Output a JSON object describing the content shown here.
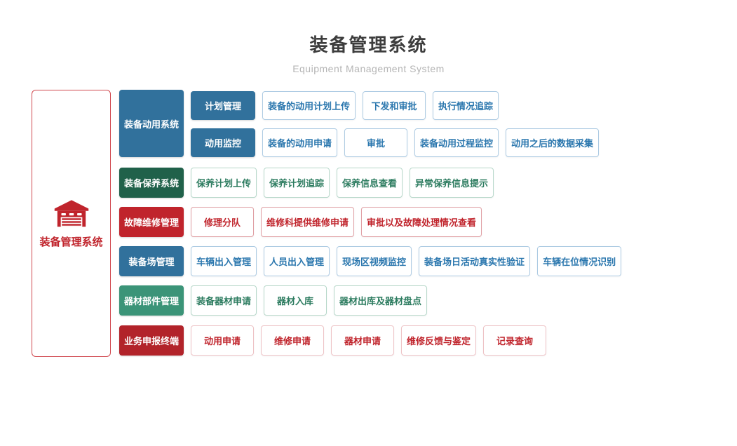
{
  "header": {
    "title": "装备管理系统",
    "subtitle": "Equipment Management System"
  },
  "root": {
    "label": "装备管理系统",
    "icon": "garage-icon",
    "color": "#c0242c",
    "border_color": "#d0484e"
  },
  "themes": {
    "blue": {
      "solid": "#31719c",
      "text": "#2b77ae",
      "border": "#adcbe3"
    },
    "dgreen": {
      "solid": "#20614a",
      "text": "#2d7c60",
      "border": "#b7d8ca"
    },
    "green": {
      "solid": "#3b9478",
      "text": "#2d7c60",
      "border": "#b7d8ca"
    },
    "red": {
      "solid": "#c0242c",
      "text": "#c0242c",
      "border": "#e0a0a5"
    },
    "dred": {
      "solid": "#b2232a",
      "text": "#c0242c",
      "border": "#eec3c6"
    }
  },
  "sections": [
    {
      "theme": "blue",
      "category": {
        "label": "装备动用系统"
      },
      "rows": [
        {
          "lead": "计划管理",
          "buttons": [
            "装备的动用计划上传",
            "下发和审批",
            "执行情况追踪"
          ]
        },
        {
          "lead": "动用监控",
          "buttons": [
            "装备的动用申请",
            "审批",
            "装备动用过程监控",
            "动用之后的数据采集"
          ]
        }
      ]
    },
    {
      "theme": "dgreen",
      "category": {
        "label": "装备保养系统"
      },
      "rows": [
        {
          "buttons": [
            "保养计划上传",
            "保养计划追踪",
            "保养信息查看",
            "异常保养信息提示"
          ]
        }
      ]
    },
    {
      "theme": "red",
      "category": {
        "label": "故障维修管理"
      },
      "rows": [
        {
          "buttons": [
            "修理分队",
            "维修科提供维修申请",
            "审批以及故障处理情况查看"
          ]
        }
      ]
    },
    {
      "theme": "blue",
      "category": {
        "label": "装备场管理"
      },
      "rows": [
        {
          "buttons": [
            "车辆出入管理",
            "人员出入管理",
            "现场区视频监控",
            "装备场日活动真实性验证",
            "车辆在位情况识别"
          ]
        }
      ]
    },
    {
      "theme": "green",
      "category": {
        "label": "器材部件管理"
      },
      "rows": [
        {
          "buttons": [
            "装备器材申请",
            "器材入库",
            "器材出库及器材盘点"
          ]
        }
      ]
    },
    {
      "theme": "dred",
      "category": {
        "label": "业务申报终端"
      },
      "rows": [
        {
          "buttons": [
            "动用申请",
            "维修申请",
            "器材申请",
            "维修反馈与鉴定",
            "记录查询"
          ]
        }
      ]
    }
  ]
}
